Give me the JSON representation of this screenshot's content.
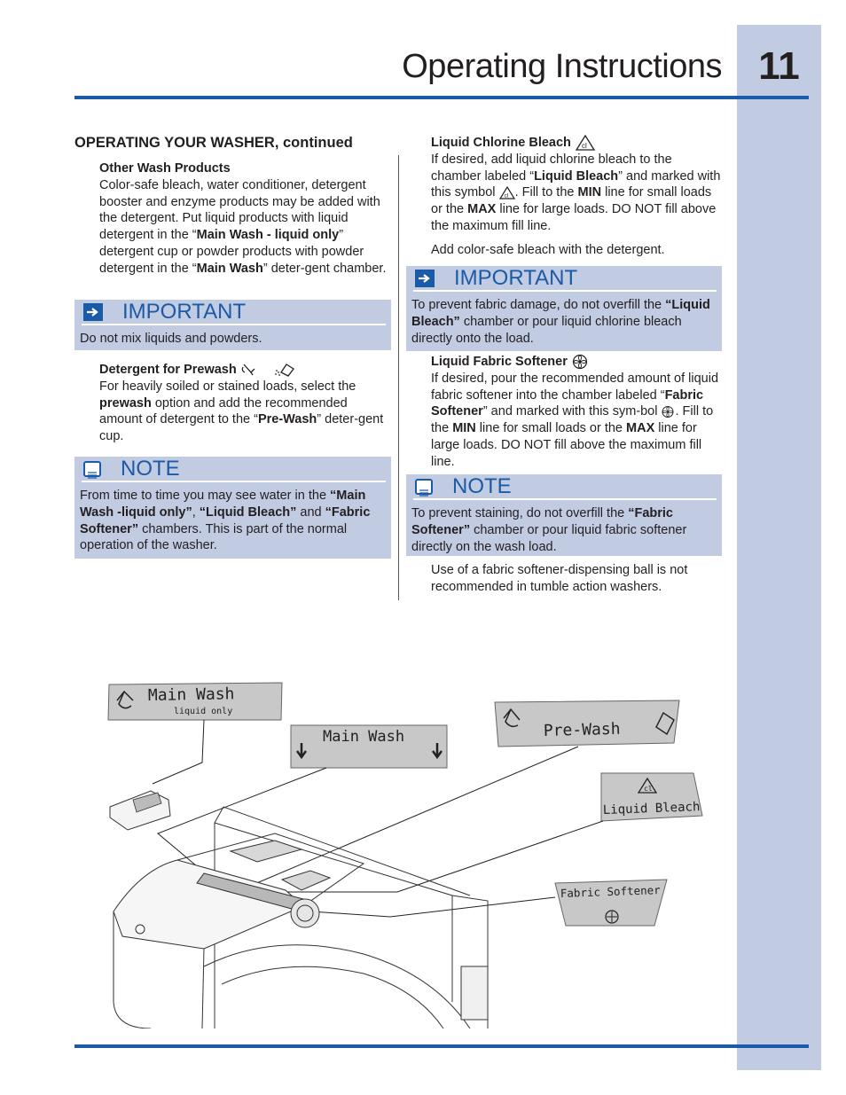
{
  "header": {
    "title": "Operating Instructions",
    "page_number": "11"
  },
  "left": {
    "section_heading": "OPERATING YOUR WASHER, continued",
    "other_products": {
      "heading": "Other Wash Products",
      "p1": "Color-safe bleach, water conditioner, detergent booster and enzyme products may be added with the detergent. Put liquid products with liquid detergent in the “",
      "b1": "Main Wash - liquid only",
      "p2": "” detergent cup or powder products with powder detergent in the “",
      "b2": "Main Wash",
      "p3": "” deter-gent chamber."
    },
    "important": {
      "title": "IMPORTANT",
      "text": "Do not mix liquids and powders."
    },
    "prewash": {
      "heading": "Detergent for Prewash",
      "p1": "For heavily soiled or stained loads, select the ",
      "b1": "prewash",
      "p2": " option and add the recommended amount of detergent to the “",
      "b2": "Pre-Wash",
      "p3": "” deter-gent cup."
    },
    "note": {
      "title": "NOTE",
      "p1": "From time to time you may see water in the ",
      "b1": "“Main Wash -liquid only”",
      "sep1": ", ",
      "b2": "“Liquid Bleach”",
      "sep2": " and ",
      "b3": "“Fabric Softener”",
      "p2": " chambers. This is part of the normal operation of the washer."
    }
  },
  "right": {
    "bleach": {
      "heading": "Liquid Chlorine Bleach",
      "p1": "If desired, add liquid chlorine bleach to the chamber labeled “",
      "b1": "Liquid Bleach",
      "p2": "” and marked with this symbol ",
      "p3": ". Fill to the ",
      "b2": "MIN",
      "p4": " line for small loads or the ",
      "b3": "MAX",
      "p5": " line for large loads. DO NOT fill above the maximum fill line.",
      "extra": "Add color-safe bleach with the detergent."
    },
    "important": {
      "title": "IMPORTANT",
      "p1": "To prevent fabric damage, do not overfill the ",
      "b1": "“Liquid Bleach”",
      "p2": " chamber or pour liquid chlorine bleach directly onto the load."
    },
    "softener": {
      "heading": "Liquid Fabric Softener",
      "p1": "If desired, pour the recommended amount of liquid fabric softener into the chamber labeled “",
      "b1": "Fabric Softener",
      "p2": "” and marked with this sym-bol ",
      "p3": ". Fill to the ",
      "b2": "MIN",
      "p4": " line for small loads or the ",
      "b3": "MAX",
      "p5": " line for large loads. DO NOT fill above the maximum fill line."
    },
    "note": {
      "title": "NOTE",
      "p1": "To prevent staining, do not overfill the ",
      "b1": "“Fabric Softener”",
      "p2": " chamber or pour liquid fabric softener directly on the wash load."
    },
    "ball_text": "Use of a fabric softener-dispensing ball is not recommended in tumble action washers."
  },
  "diagram": {
    "main_wash_liquid": "Main Wash",
    "liquid_only": "liquid only",
    "main_wash": "Main Wash",
    "pre_wash": "Pre-Wash",
    "liquid_bleach": "Liquid Bleach",
    "fabric_softener": "Fabric Softener",
    "cl": "cl"
  },
  "colors": {
    "accent_blue": "#1b5aa6",
    "box_fill": "#c1cbe2",
    "side_tab": "#c1cbe2"
  }
}
